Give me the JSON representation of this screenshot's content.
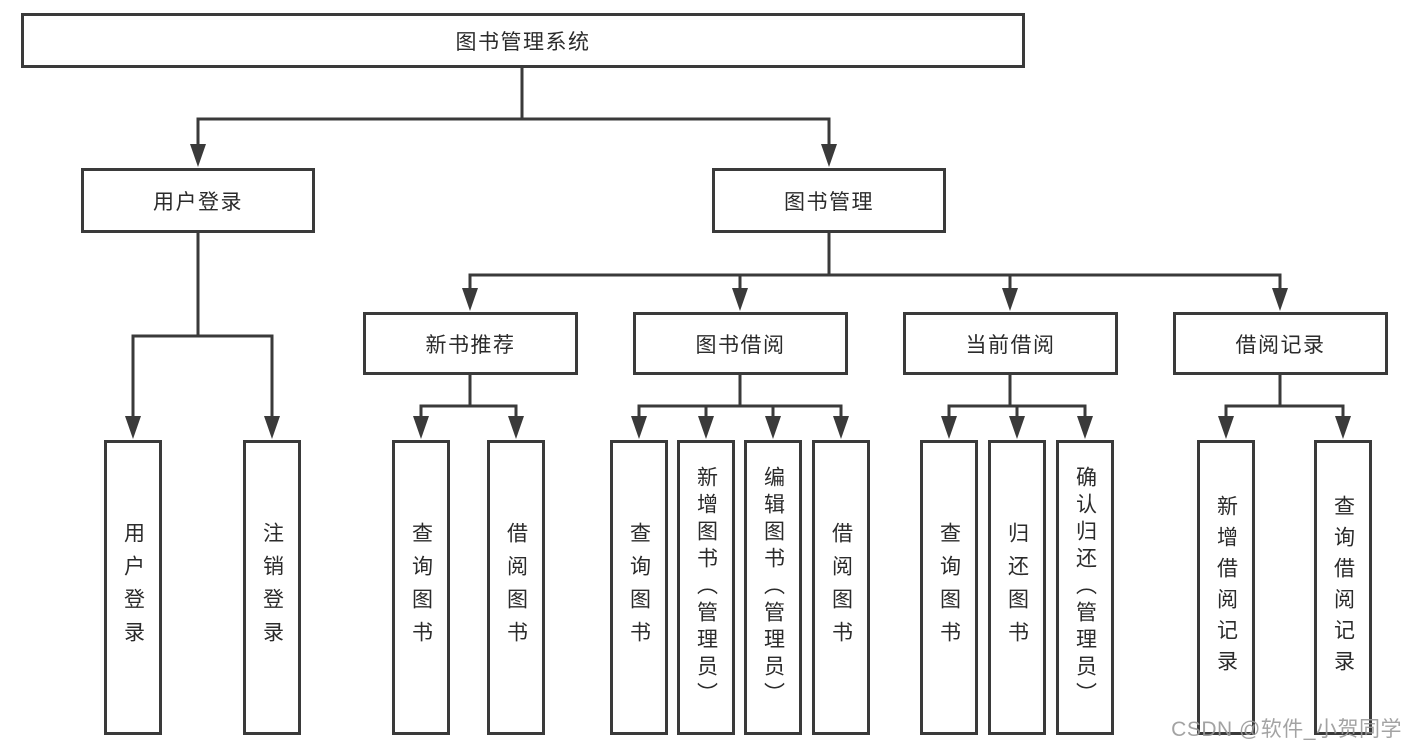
{
  "diagram": {
    "type": "hierarchy-tree",
    "title": "图书管理系统"
  },
  "nodes": {
    "root": {
      "label": "图书管理系统"
    },
    "user_login_group": {
      "label": "用户登录"
    },
    "book_mgmt": {
      "label": "图书管理"
    },
    "new_book_rec": {
      "label": "新书推荐"
    },
    "book_borrow": {
      "label": "图书借阅"
    },
    "current_borrow": {
      "label": "当前借阅"
    },
    "borrow_records": {
      "label": "借阅记录"
    },
    "leaf_user_login": {
      "label": "用户登录"
    },
    "leaf_logout": {
      "label": "注销登录"
    },
    "leaf_nb_query": {
      "label": "查询图书"
    },
    "leaf_nb_borrow": {
      "label": "借阅图书"
    },
    "leaf_bb_query": {
      "label": "查询图书"
    },
    "leaf_bb_add": {
      "label": "新增图书（管理员）"
    },
    "leaf_bb_edit": {
      "label": "编辑图书（管理员）"
    },
    "leaf_bb_borrow": {
      "label": "借阅图书"
    },
    "leaf_cb_query": {
      "label": "查询图书"
    },
    "leaf_cb_return": {
      "label": "归还图书"
    },
    "leaf_cb_confirm": {
      "label": "确认归还（管理员）"
    },
    "leaf_br_add": {
      "label": "新增借阅记录"
    },
    "leaf_br_query": {
      "label": "查询借阅记录"
    }
  },
  "edges": [
    [
      "root",
      "user_login_group"
    ],
    [
      "root",
      "book_mgmt"
    ],
    [
      "user_login_group",
      "leaf_user_login"
    ],
    [
      "user_login_group",
      "leaf_logout"
    ],
    [
      "book_mgmt",
      "new_book_rec"
    ],
    [
      "book_mgmt",
      "book_borrow"
    ],
    [
      "book_mgmt",
      "current_borrow"
    ],
    [
      "book_mgmt",
      "borrow_records"
    ],
    [
      "new_book_rec",
      "leaf_nb_query"
    ],
    [
      "new_book_rec",
      "leaf_nb_borrow"
    ],
    [
      "book_borrow",
      "leaf_bb_query"
    ],
    [
      "book_borrow",
      "leaf_bb_add"
    ],
    [
      "book_borrow",
      "leaf_bb_edit"
    ],
    [
      "book_borrow",
      "leaf_bb_borrow"
    ],
    [
      "current_borrow",
      "leaf_cb_query"
    ],
    [
      "current_borrow",
      "leaf_cb_return"
    ],
    [
      "current_borrow",
      "leaf_cb_confirm"
    ],
    [
      "borrow_records",
      "leaf_br_add"
    ],
    [
      "borrow_records",
      "leaf_br_query"
    ]
  ],
  "watermark": {
    "text": "CSDN @软件_小贺同学"
  },
  "colors": {
    "line": "#3a3a3a",
    "text": "#2b2b2b",
    "background": "#ffffff",
    "watermark": "#9a9a9a"
  }
}
